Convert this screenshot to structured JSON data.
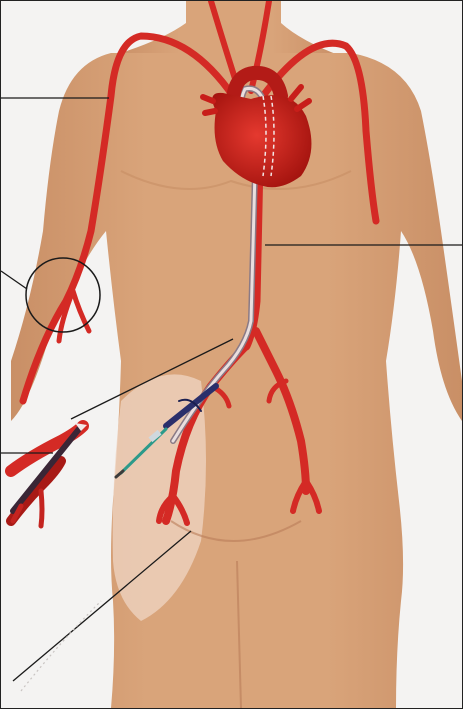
{
  "diagram": {
    "colors": {
      "background": "#f4f3f2",
      "skin": "#d9a47a",
      "skin_shadow": "#c98f66",
      "groin_highlight": "#efd5c4",
      "artery": "#d42a25",
      "artery_dark": "#9c1713",
      "heart": "#c81e1a",
      "catheter": "#e9dede",
      "catheter_outline": "#8a7a86",
      "leader_line": "#1a1a1a",
      "needle_tip": "#2c9a8a",
      "sheath": "#2a2f6b"
    },
    "callouts": [
      "arm-artery",
      "wrist-puncture-site",
      "aorta",
      "femoral-access",
      "femoral-sheath-inset"
    ],
    "icons": [
      "heart-icon",
      "catheter-icon",
      "needle-icon",
      "sheath-icon"
    ]
  }
}
